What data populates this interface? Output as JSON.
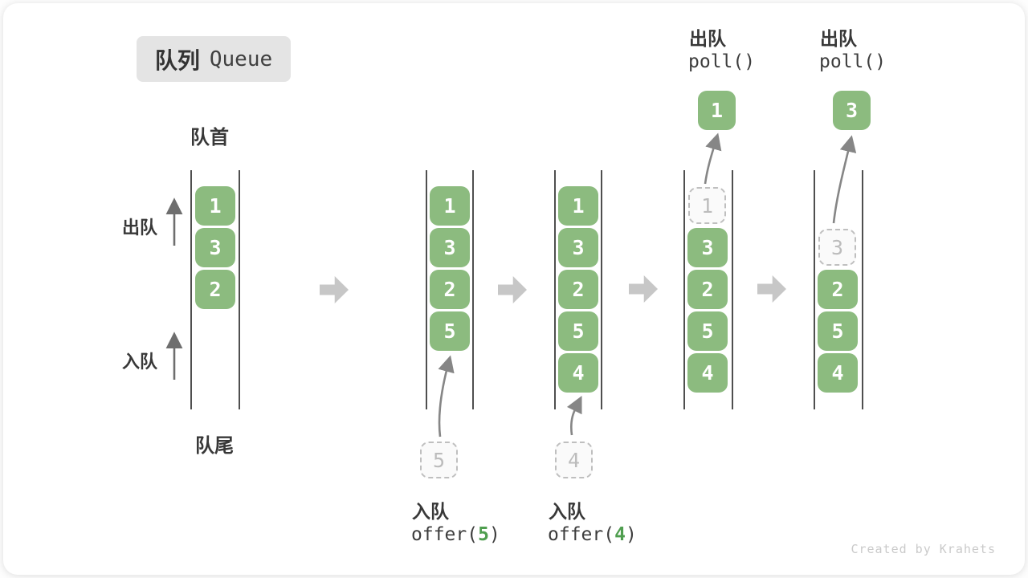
{
  "title": {
    "zh": "队列",
    "en": "Queue"
  },
  "queue_labels": {
    "front": "队首",
    "rear": "队尾"
  },
  "side_labels": {
    "dequeue": "出队",
    "enqueue": "入队"
  },
  "states": {
    "s1": {
      "b0": "1",
      "b1": "3",
      "b2": "2"
    },
    "s2": {
      "b0": "1",
      "b1": "3",
      "b2": "2",
      "b3": "5",
      "pending": "5"
    },
    "s3": {
      "b0": "1",
      "b1": "3",
      "b2": "2",
      "b3": "5",
      "b4": "4",
      "pending": "4"
    },
    "s4": {
      "ghost": "1",
      "b1": "3",
      "b2": "2",
      "b3": "5",
      "b4": "4",
      "popped": "1"
    },
    "s5": {
      "ghost": "3",
      "b2": "2",
      "b3": "5",
      "b4": "4",
      "popped": "3"
    }
  },
  "ops": {
    "enq1": {
      "label": "入队",
      "fn": "offer(",
      "arg": "5",
      "close": ")"
    },
    "enq2": {
      "label": "入队",
      "fn": "offer(",
      "arg": "4",
      "close": ")"
    },
    "deq1": {
      "label": "出队",
      "code": "poll()"
    },
    "deq2": {
      "label": "出队",
      "code": "poll()"
    }
  },
  "colors": {
    "block_green": "#8cbb7f",
    "code_green": "#4f9e4f",
    "arrow_gray": "#c7c7c7"
  },
  "watermark": "Created by Krahets"
}
